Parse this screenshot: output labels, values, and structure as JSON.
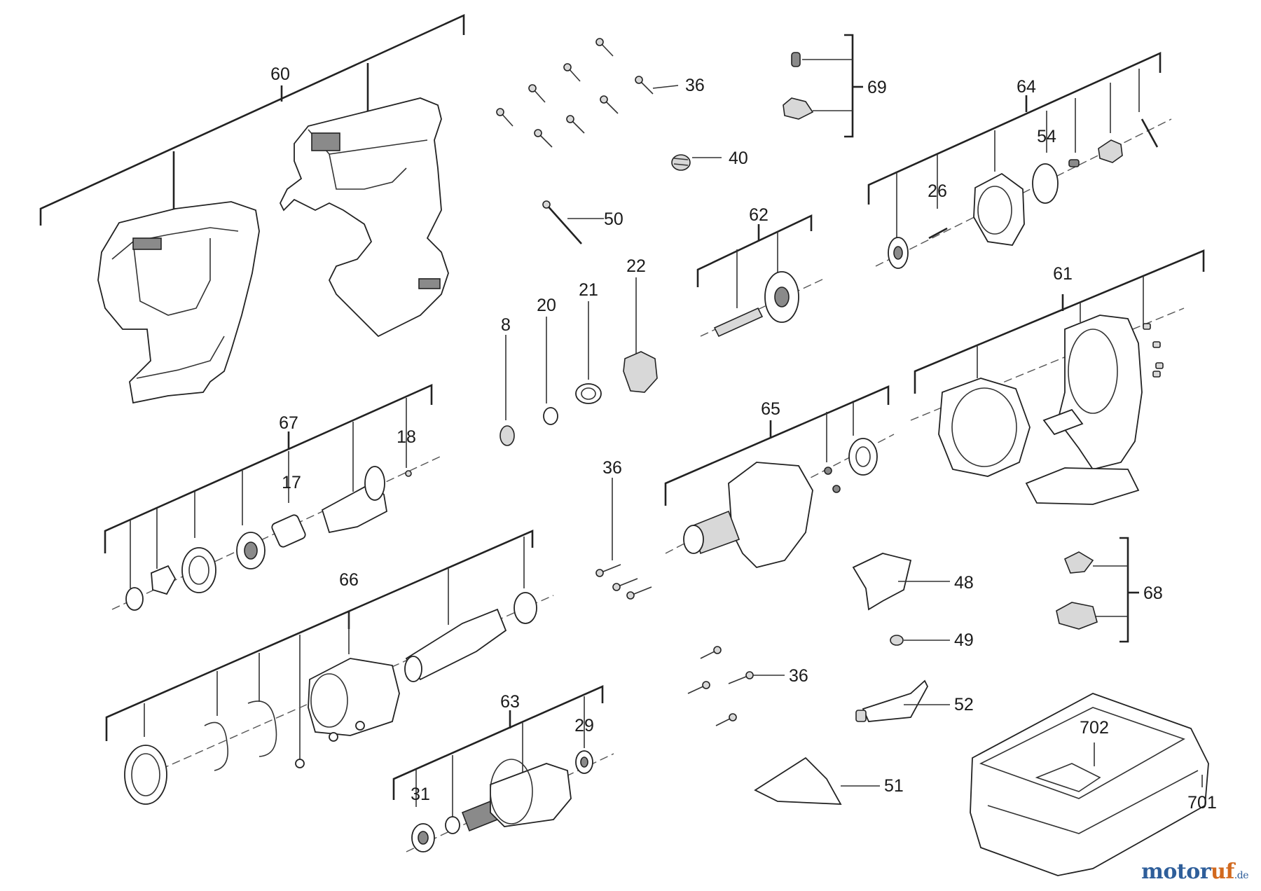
{
  "parts": {
    "p60": "60",
    "p36a": "36",
    "p69": "69",
    "p64": "64",
    "p54": "54",
    "p26": "26",
    "p40": "40",
    "p50": "50",
    "p62": "62",
    "p22": "22",
    "p21": "21",
    "p20": "20",
    "p8": "8",
    "p61": "61",
    "p67": "67",
    "p18": "18",
    "p17": "17",
    "p65": "65",
    "p36b": "36",
    "p66": "66",
    "p48": "48",
    "p68": "68",
    "p49": "49",
    "p36c": "36",
    "p52": "52",
    "p63": "63",
    "p29": "29",
    "p31": "31",
    "p702": "702",
    "p51": "51",
    "p701": "701"
  },
  "watermark": {
    "part1": "motor",
    "part2": "uf",
    "part3": ".de",
    "color_primary": "#2e5e9a",
    "color_accent": "#d2691e"
  }
}
